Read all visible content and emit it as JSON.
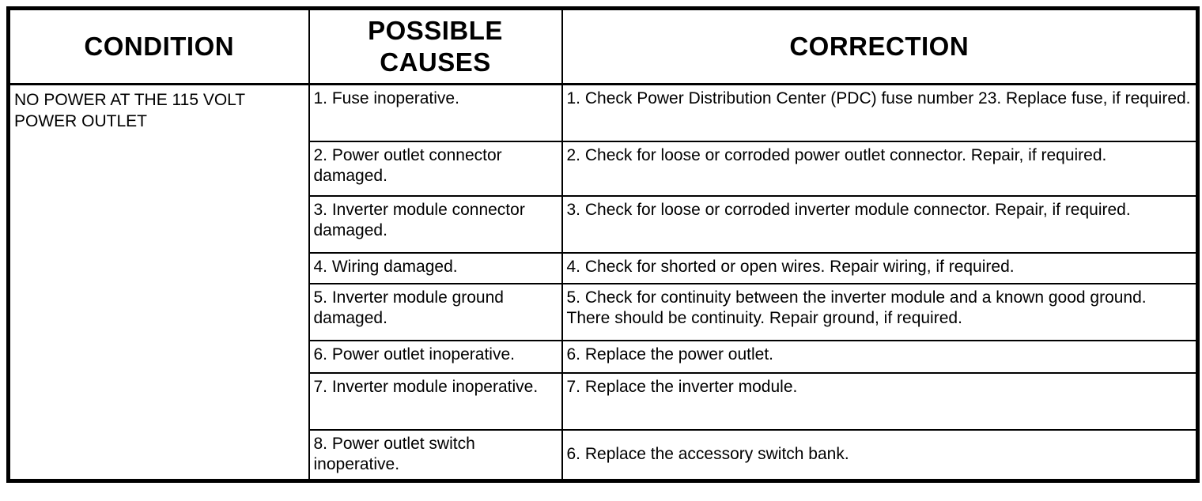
{
  "table": {
    "headers": [
      "CONDITION",
      "POSSIBLE CAUSES",
      "CORRECTION"
    ],
    "condition": "NO POWER AT THE 115 VOLT POWER OUTLET",
    "rows": [
      {
        "cause": "1. Fuse inoperative.",
        "correction": "1. Check Power Distribution Center (PDC) fuse number 23. Replace fuse, if required."
      },
      {
        "cause": "2. Power outlet connector damaged.",
        "correction": "2. Check for loose or corroded power outlet connector. Repair, if required."
      },
      {
        "cause": "3. Inverter module connector damaged.",
        "correction": "3. Check for loose or corroded inverter module connector. Repair, if required."
      },
      {
        "cause": "4. Wiring damaged.",
        "correction": "4. Check for shorted or open wires. Repair wiring, if required."
      },
      {
        "cause": "5. Inverter module ground damaged.",
        "correction": "5. Check for continuity between the inverter module and a known good ground. There should be continuity. Repair ground, if required."
      },
      {
        "cause": "6. Power outlet inoperative.",
        "correction": "6. Replace the power outlet."
      },
      {
        "cause": "7. Inverter module inoperative.",
        "correction": "7. Replace the inverter module."
      },
      {
        "cause": "8. Power outlet switch inoperative.",
        "correction": "6. Replace the accessory switch bank."
      }
    ],
    "colors": {
      "border": "#000000",
      "background": "#ffffff",
      "text": "#000000"
    }
  }
}
